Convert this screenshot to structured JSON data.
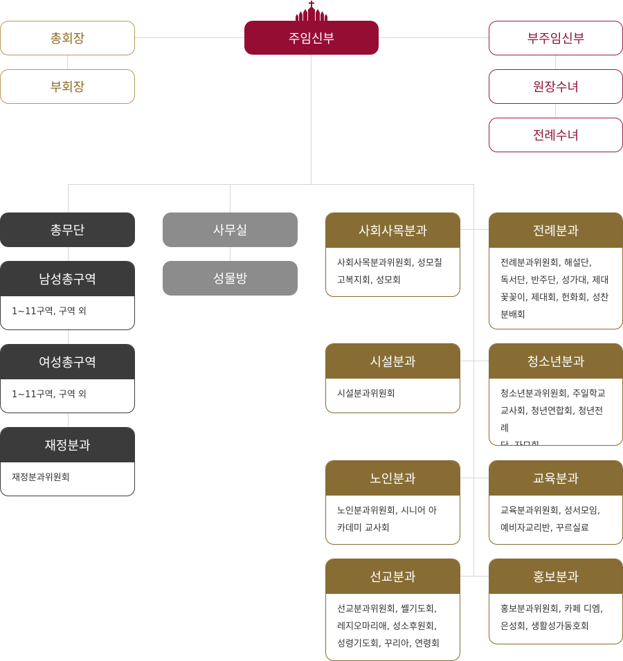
{
  "top": {
    "pastor": "주임신부",
    "president": "총회장",
    "vice_president": "부회장",
    "assistant_pastor": "부주임신부",
    "superior_nun": "원장수녀",
    "liturgy_nun": "전례수녀"
  },
  "left": {
    "general_affairs": "총무단",
    "mens_district": {
      "title": "남성총구역",
      "desc": "1~11구역, 구역 외"
    },
    "womens_district": {
      "title": "여성총구역",
      "desc": "1~11구역, 구역 외"
    },
    "finance": {
      "title": "재정분과",
      "desc": "재정분과위원회"
    }
  },
  "middle": {
    "office": "사무실",
    "goods_room": "성물방"
  },
  "committees": [
    {
      "title": "사회사목분과",
      "desc": [
        "사회사목분과위원회, 성모칠",
        "고복지회, 성모회"
      ]
    },
    {
      "title": "시설분과",
      "desc": [
        "시설분과위원회"
      ]
    },
    {
      "title": "노인분과",
      "desc": [
        "노인분과위원회, 시니어 아",
        "카데미 교사회"
      ]
    },
    {
      "title": "선교분과",
      "desc": [
        "선교분과위원회, 쎌기도회,",
        "레지오마리애, 성소후원회,",
        "성령기도회, 꾸리아, 연령회"
      ]
    },
    {
      "title": "전례분과",
      "desc": [
        "전례분과위원회, 해설단,",
        "독서단, 반주단, 성가대, 제대",
        "꽃꽂이, 제대회, 헌화회, 성찬",
        "분배회"
      ]
    },
    {
      "title": "청소년분과",
      "desc": [
        "청소년분과위원회, 주일학교",
        "교사회, 청년연합회, 청년전례",
        "단, 자모회"
      ]
    },
    {
      "title": "교육분과",
      "desc": [
        "교육분과위원회, 성서모임,",
        "예비자교리반, 꾸르실료"
      ]
    },
    {
      "title": "홍보분과",
      "desc": [
        "홍보분과위원회, 카페 디엠,",
        "은성회, 생활성가동호회"
      ]
    }
  ],
  "colors": {
    "pastor_red": "#960d34",
    "gold": "#876d34",
    "dark": "#3b3b3b",
    "gray": "#8c8c8c"
  },
  "icons": [
    "cathedral-icon"
  ]
}
